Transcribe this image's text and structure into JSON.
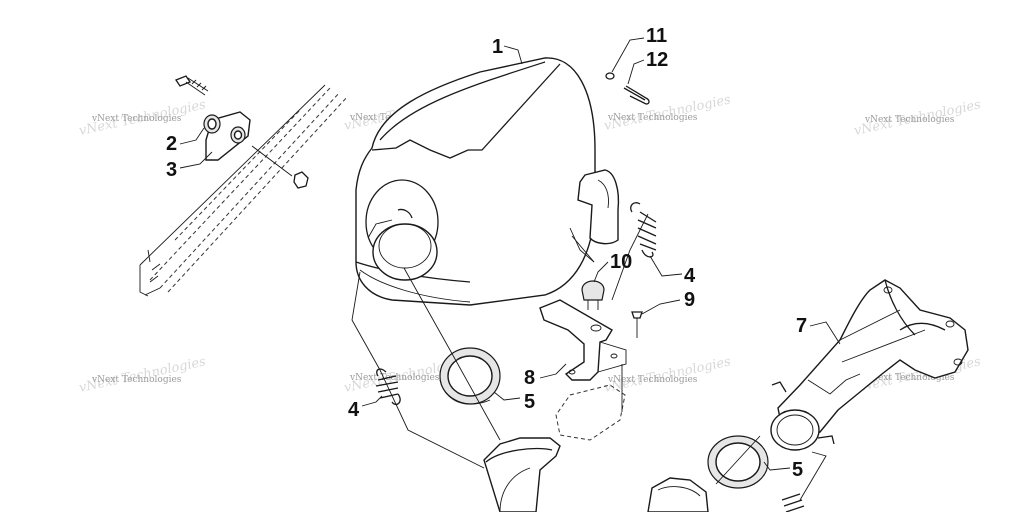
{
  "callouts": {
    "c1": "1",
    "c2": "2",
    "c3": "3",
    "c4a": "4",
    "c4b": "4",
    "c5a": "5",
    "c5b": "5",
    "c7": "7",
    "c8": "8",
    "c9": "9",
    "c10": "10",
    "c11": "11",
    "c12": "12"
  },
  "watermark": {
    "text": "vNext Technologies"
  }
}
